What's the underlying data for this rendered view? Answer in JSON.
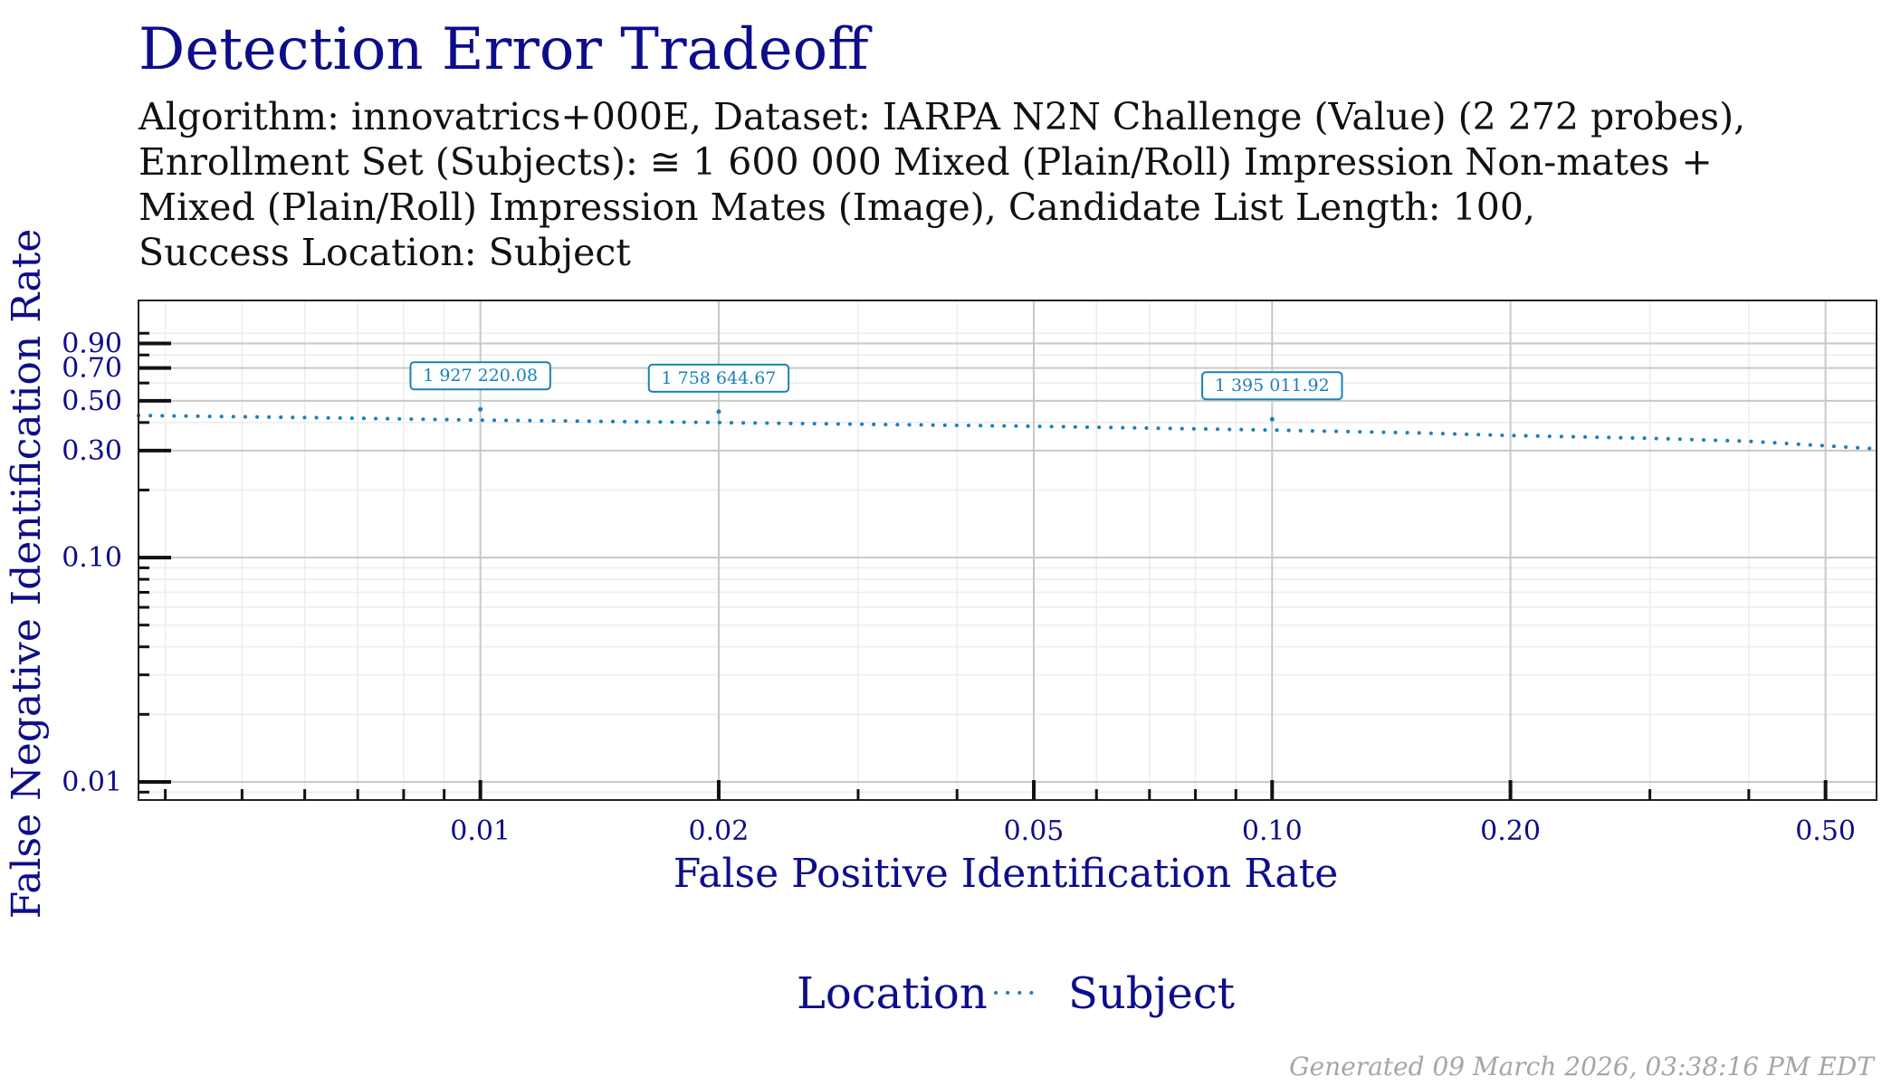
{
  "chart_data": {
    "type": "line",
    "title": "Detection Error Tradeoff",
    "subtitle_lines": [
      "Algorithm: innovatrics+000E, Dataset: IARPA N2N Challenge (Value) (2 272 probes),",
      "Enrollment Set (Subjects):  ≅ 1 600 000 Mixed (Plain/Roll) Impression Non-mates +",
      "Mixed (Plain/Roll) Impression Mates (Image), Candidate List Length: 100,",
      "Success Location: Subject"
    ],
    "xlabel": "False Positive Identification Rate",
    "ylabel": "False Negative Identification Rate",
    "x_scale": "log",
    "y_scale": "log",
    "xlim": [
      0.0037,
      0.58
    ],
    "ylim": [
      0.0083,
      1.4
    ],
    "x_ticks": [
      0.01,
      0.02,
      0.05,
      0.1,
      0.2,
      0.5
    ],
    "x_tick_labels": [
      "0.01",
      "0.02",
      "0.05",
      "0.10",
      "0.20",
      "0.50"
    ],
    "y_ticks": [
      0.01,
      0.1,
      0.3,
      0.5,
      0.7,
      0.9
    ],
    "y_tick_labels": [
      "0.01",
      "0.10",
      "0.30",
      "0.50",
      "0.70",
      "0.90"
    ],
    "grid": true,
    "legend": {
      "title": "Location",
      "position": "bottom",
      "entries": [
        "Subject"
      ]
    },
    "series": [
      {
        "name": "Subject",
        "color": "#1a80bb",
        "line_style": "dotted",
        "x": [
          0.0037,
          0.0063,
          0.01,
          0.02,
          0.05,
          0.1,
          0.15,
          0.2,
          0.3,
          0.4,
          0.5,
          0.58
        ],
        "y": [
          0.43,
          0.42,
          0.41,
          0.4,
          0.385,
          0.37,
          0.36,
          0.35,
          0.34,
          0.33,
          0.315,
          0.305
        ]
      }
    ],
    "annotations": [
      {
        "x": 0.01,
        "y": 0.41,
        "label": "1 927 220.08"
      },
      {
        "x": 0.02,
        "y": 0.4,
        "label": "1 758 644.67"
      },
      {
        "x": 0.1,
        "y": 0.37,
        "label": "1 395 011.92"
      }
    ]
  },
  "footer": "Generated 09 March 2026, 03:38:16 PM EDT"
}
